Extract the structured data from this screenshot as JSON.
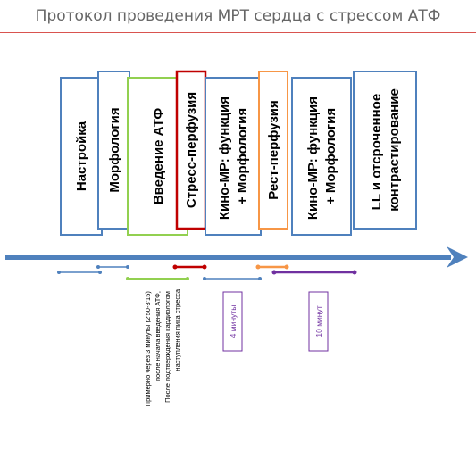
{
  "title": "Протокол проведения МРТ сердца с стрессом АТФ",
  "colors": {
    "title_rule": "#d9534f",
    "blue": "#4f81bd",
    "green": "#92d050",
    "red": "#c00000",
    "orange": "#f79646",
    "purple": "#7030a0",
    "arrow": "#4f81bd"
  },
  "stages": [
    {
      "id": "setup",
      "label": "Настройка",
      "color": "blue"
    },
    {
      "id": "morphology",
      "label": "Морфология",
      "color": "blue"
    },
    {
      "id": "atp",
      "label": "Введение АТФ",
      "color": "green"
    },
    {
      "id": "stress",
      "label": "Стресс-перфузия",
      "color": "red"
    },
    {
      "id": "cine1",
      "label": [
        "Кино-МР: функция",
        "+ Морфология"
      ],
      "color": "blue"
    },
    {
      "id": "rest",
      "label": "Рест-перфузия",
      "color": "orange"
    },
    {
      "id": "cine2",
      "label": [
        "Кино-МР: функция",
        "+ Морфология"
      ],
      "color": "blue"
    },
    {
      "id": "late",
      "label": [
        "LL и отсроченное",
        "контрастирование"
      ],
      "color": "blue"
    }
  ],
  "notes": {
    "stress_timing": [
      "Примерно через 3 минуты (2'50-3'15)",
      "после начала введения АТФ,",
      "После подтверждения кардиологом",
      "наступления пика стресса"
    ],
    "interval_4": "4 минуты",
    "interval_10": "10 минут"
  }
}
